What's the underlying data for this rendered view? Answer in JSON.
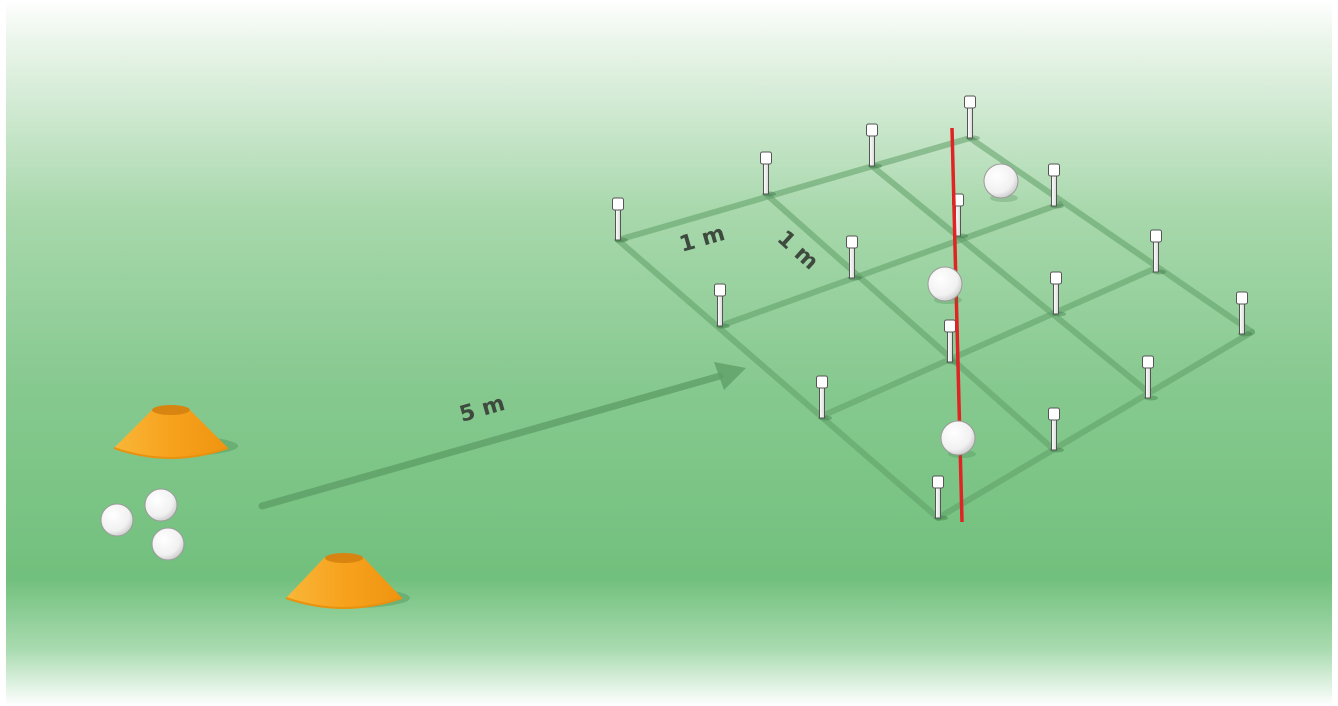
{
  "labels": {
    "distance_label": "5 m",
    "cell_width_label": "1 m",
    "cell_depth_label": "1 m"
  },
  "grid": {
    "columns": 3,
    "rows": 3
  },
  "colors": {
    "field_green": "#79c384",
    "grid_line": "#5e9f66",
    "red_line": "#e02424",
    "cone": "#f6a623",
    "ball": "#ffffff"
  },
  "objects": {
    "cones": 2,
    "balls_at_start": 3,
    "balls_on_grid": 3,
    "poles": 16
  }
}
